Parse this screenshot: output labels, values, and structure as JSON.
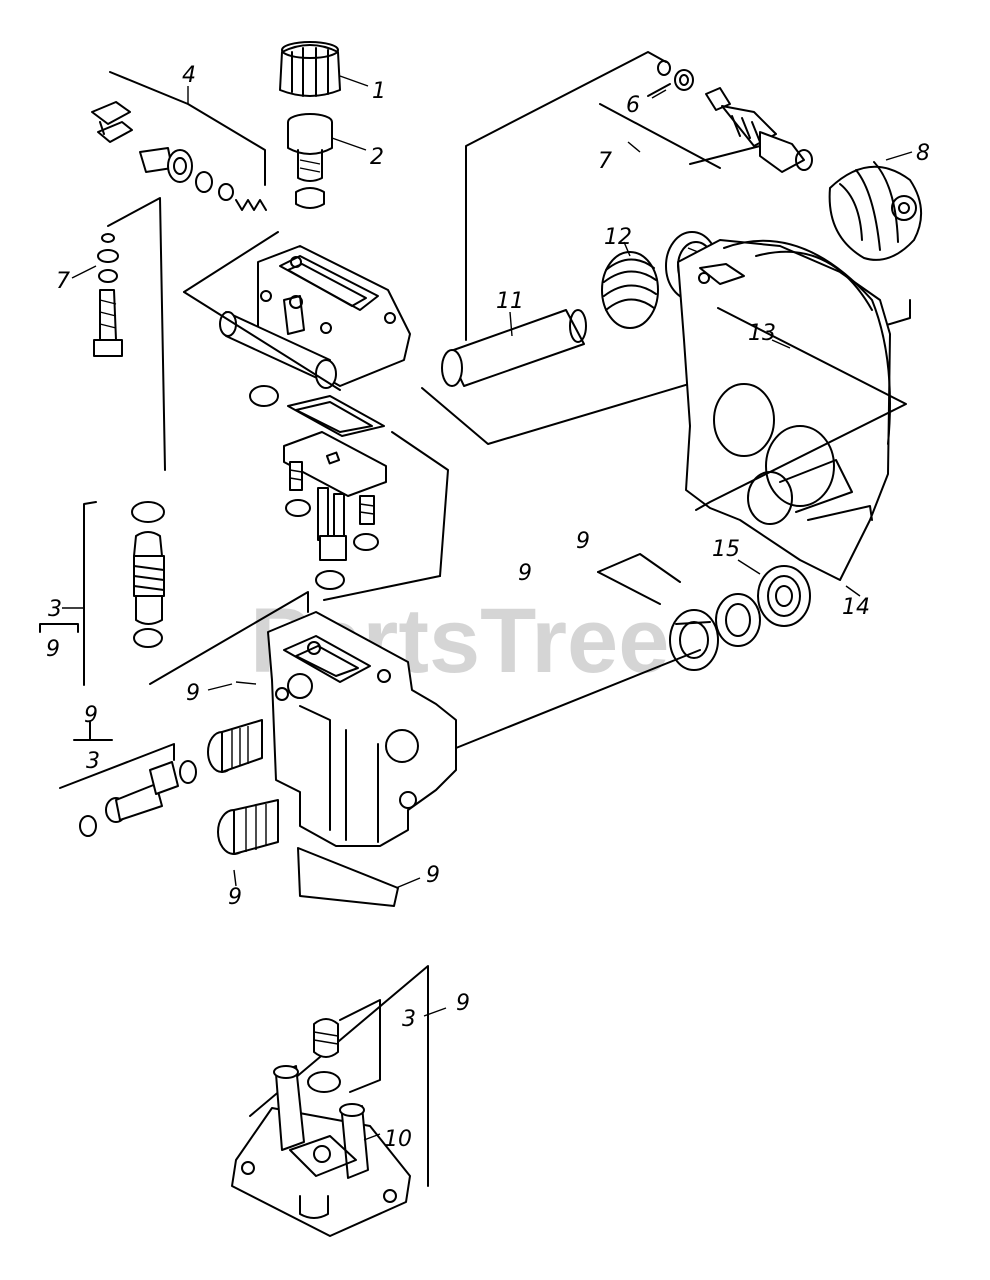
{
  "watermark": "PartsTree",
  "callouts": {
    "c1": "1",
    "c2": "2",
    "c3a": "3",
    "c3b": "3",
    "c3c": "3",
    "c4": "4",
    "c6": "6",
    "c7a": "7",
    "c7b": "7",
    "c8": "8",
    "c9a": "9",
    "c9b": "9",
    "c9c": "9",
    "c9d": "9",
    "c9e": "9",
    "c9f": "9",
    "c9g": "9",
    "c9h": "9",
    "c9i": "9",
    "c10": "10",
    "c11": "11",
    "c12": "12",
    "c13": "13",
    "c14": "14",
    "c15": "15"
  }
}
